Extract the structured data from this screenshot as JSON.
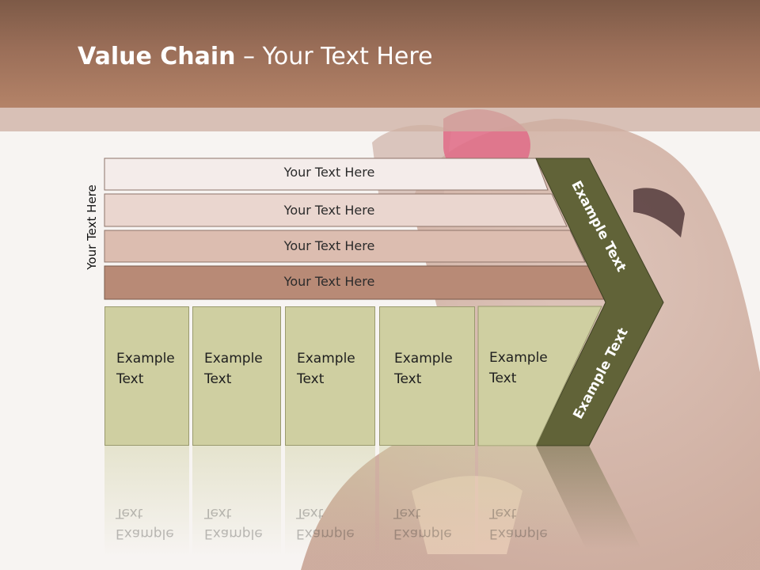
{
  "slide": {
    "title_bold": "Value Chain",
    "title_rest": " – Your Text Here",
    "side_label": "Your Text Here",
    "rows": [
      {
        "label": "Your Text Here",
        "color": "#f4ecea"
      },
      {
        "label": "Your Text Here",
        "color": "#ead6cf"
      },
      {
        "label": "Your Text Here",
        "color": "#dcbdb0"
      },
      {
        "label": "Your Text Here",
        "color": "#b88a76"
      }
    ],
    "cells": [
      {
        "line1": "Example",
        "line2": "Text"
      },
      {
        "line1": "Example",
        "line2": "Text"
      },
      {
        "line1": "Example",
        "line2": "Text"
      },
      {
        "line1": "Example",
        "line2": "Text"
      },
      {
        "line1": "Example",
        "line2": "Text"
      }
    ],
    "chevron_top_label": "Example Text",
    "chevron_bottom_label": "Example Text",
    "colors": {
      "header": "#9a6e58",
      "chevron": "#616338",
      "cell": "#cfcfa1"
    }
  }
}
